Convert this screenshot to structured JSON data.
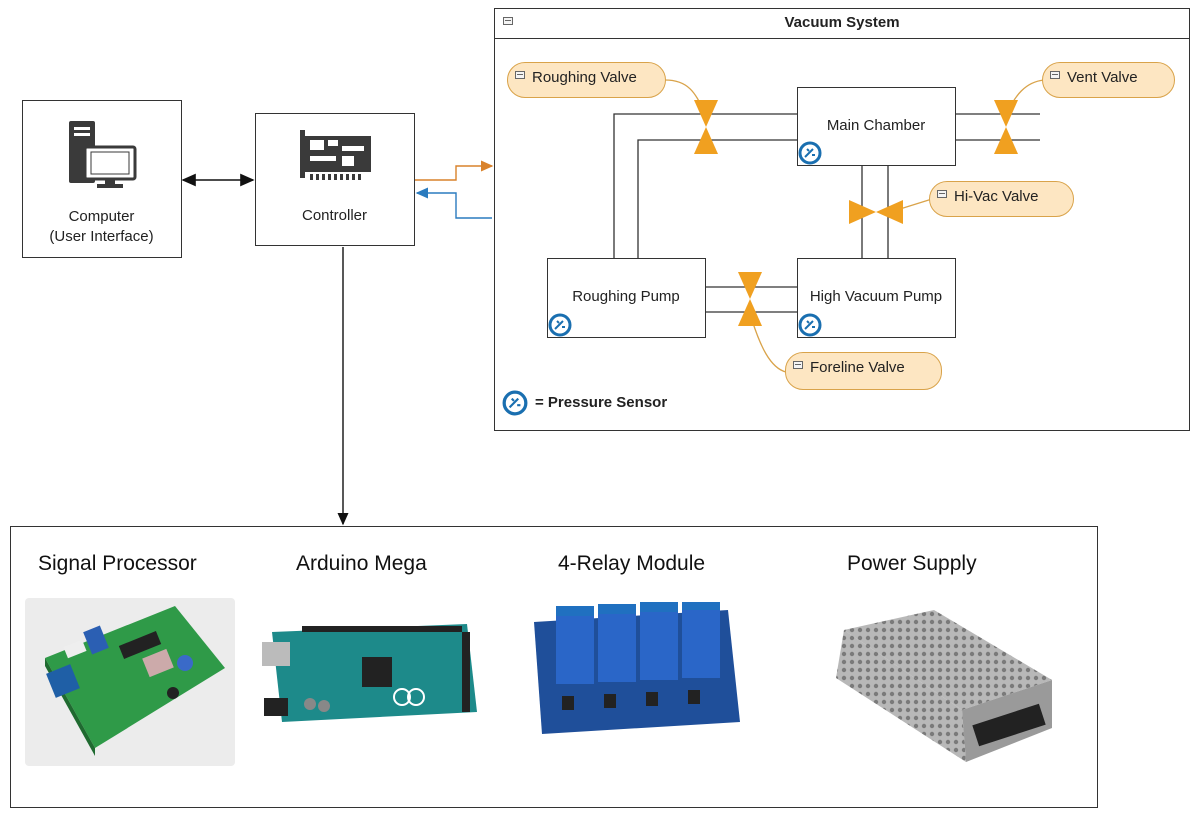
{
  "computer": {
    "label_line1": "Computer",
    "label_line2": "(User Interface)"
  },
  "controller": {
    "label": "Controller"
  },
  "vacuum_system": {
    "title": "Vacuum System",
    "main_chamber": "Main Chamber",
    "roughing_pump": "Roughing Pump",
    "high_vacuum_pump": "High Vacuum Pump",
    "valves": {
      "roughing": "Roughing Valve",
      "vent": "Vent Valve",
      "hi_vac": "Hi-Vac Valve",
      "foreline": "Foreline Valve"
    },
    "legend": "= Pressure Sensor"
  },
  "hardware": {
    "signal_processor": "Signal Processor",
    "arduino": "Arduino Mega",
    "relay": "4-Relay Module",
    "power_supply": "Power Supply"
  },
  "colors": {
    "valve": "#f0a020",
    "valve_pill_fill": "#fde6c2",
    "sensor_blue": "#1a6fb0",
    "arrow_orange": "#d9822b",
    "arrow_blue": "#2a7bbf"
  },
  "icons": {
    "computer": "desktop-computer-icon",
    "controller": "circuit-board-icon",
    "sensor": "pressure-gauge-icon"
  }
}
